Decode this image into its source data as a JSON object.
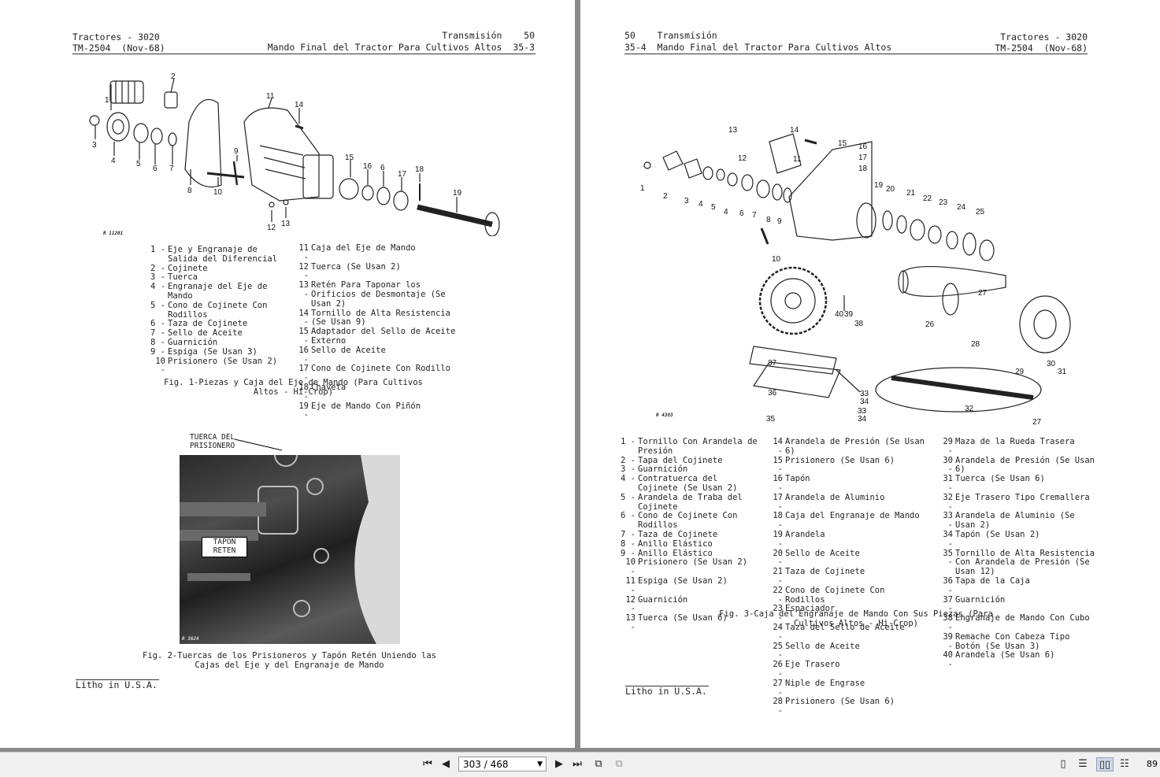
{
  "left_page": {
    "header": {
      "l1": "Tractores - 3020",
      "l2": "TM-2504  (Nov-68)",
      "r1": "Transmisión    50",
      "r2": "Mando Final del Tractor Para Cultivos Altos  35-3"
    },
    "fig1_ref": "R 11201",
    "fig1_callouts": [
      "1",
      "2",
      "3",
      "4",
      "5",
      "6",
      "7",
      "8",
      "9",
      "10",
      "11",
      "12",
      "13",
      "14",
      "15",
      "16",
      "6",
      "17",
      "18",
      "19"
    ],
    "legend_col1": [
      {
        "n": "1 -",
        "t": "Eje y Engranaje de Salida del Diferencial"
      },
      {
        "n": "2 -",
        "t": "Cojinete"
      },
      {
        "n": "3 -",
        "t": "Tuerca"
      },
      {
        "n": "4 -",
        "t": "Engranaje del Eje de Mando"
      },
      {
        "n": "5 -",
        "t": "Cono de Cojinete Con Rodillos"
      },
      {
        "n": "6 -",
        "t": "Taza de Cojinete"
      },
      {
        "n": "7 -",
        "t": "Sello de Aceite"
      },
      {
        "n": "8 -",
        "t": "Guarnición"
      },
      {
        "n": "9 -",
        "t": "Espiga (Se Usan 3)"
      },
      {
        "n": "10 -",
        "t": "Prisionero (Se Usan 2)"
      }
    ],
    "legend_col2": [
      {
        "n": "11 -",
        "t": "Caja del Eje de Mando"
      },
      {
        "n": "12 -",
        "t": "Tuerca (Se Usan 2)"
      },
      {
        "n": "13 -",
        "t": "Retén Para Taponar los Orificios de Desmontaje (Se Usan 2)"
      },
      {
        "n": "14 -",
        "t": "Tornillo de Alta Resistencia (Se Usan 9)"
      },
      {
        "n": "15 -",
        "t": "Adaptador del Sello de Aceite Externo"
      },
      {
        "n": "16 -",
        "t": "Sello de Aceite"
      },
      {
        "n": "17 -",
        "t": "Cono de Cojinete Con Rodillo"
      },
      {
        "n": "18 -",
        "t": "Chaveta"
      },
      {
        "n": "19 -",
        "t": "Eje de Mando Con Piñón"
      }
    ],
    "fig1_caption_l1": "Fig. 1-Piezas y Caja del Eje de Mando (Para Cultivos",
    "fig1_caption_l2": "Altos - Hi-Crop)",
    "photo_label_l1": "TUERCA DEL",
    "photo_label_l2": "PRISIONERO",
    "tapon_l1": "TAPON",
    "tapon_l2": "RETEN",
    "fig2_ref": "R 3624",
    "fig2_caption_l1": "Fig. 2-Tuercas de los Prisioneros y Tapón Retén Uniendo las",
    "fig2_caption_l2": "Cajas del Eje y del Engranaje de Mando",
    "litho": "Litho in U.S.A."
  },
  "right_page": {
    "header": {
      "l1": "50    Transmisión",
      "l2": "35-4  Mando Final del Tractor Para Cultivos Altos",
      "r1": "Tractores - 3020",
      "r2": "TM-2504  (Nov-68)"
    },
    "fig3_ref": "R 4383",
    "legend_col1": [
      {
        "n": "1 -",
        "t": "Tornillo Con Arandela de Presión"
      },
      {
        "n": "2 -",
        "t": "Tapa del Cojinete"
      },
      {
        "n": "3 -",
        "t": "Guarnición"
      },
      {
        "n": "4 -",
        "t": "Contratuerca del Cojinete (Se Usan 2)"
      },
      {
        "n": "5 -",
        "t": "Arandela de Traba del Cojinete"
      },
      {
        "n": "6 -",
        "t": "Cono de Cojinete Con Rodillos"
      },
      {
        "n": "7 -",
        "t": "Taza de Cojinete"
      },
      {
        "n": "8 -",
        "t": "Anillo Elástico"
      },
      {
        "n": "9 -",
        "t": "Anillo Elástico"
      },
      {
        "n": "10 -",
        "t": "Prisionero (Se Usan 2)"
      },
      {
        "n": "11 -",
        "t": "Espiga (Se Usan 2)"
      },
      {
        "n": "12 -",
        "t": "Guarnición"
      },
      {
        "n": "13 -",
        "t": "Tuerca (Se Usan 6)"
      }
    ],
    "legend_col2": [
      {
        "n": "14 -",
        "t": "Arandela de Presión (Se Usan 6)"
      },
      {
        "n": "15 -",
        "t": "Prisionero (Se Usan 6)"
      },
      {
        "n": "16 -",
        "t": "Tapón"
      },
      {
        "n": "17 -",
        "t": "Arandela de Aluminio"
      },
      {
        "n": "18 -",
        "t": "Caja del Engranaje de Mando"
      },
      {
        "n": "19 -",
        "t": "Arandela"
      },
      {
        "n": "20 -",
        "t": "Sello de Aceite"
      },
      {
        "n": "21 -",
        "t": "Taza de Cojinete"
      },
      {
        "n": "22 -",
        "t": "Cono de Cojinete Con Rodillos"
      },
      {
        "n": "23 -",
        "t": "Espaciador"
      },
      {
        "n": "24 -",
        "t": "Taza del Sello de Aceite"
      },
      {
        "n": "25 -",
        "t": "Sello de Aceite"
      },
      {
        "n": "26 -",
        "t": "Eje Trasero"
      },
      {
        "n": "27 -",
        "t": "Niple de Engrase"
      },
      {
        "n": "28 -",
        "t": "Prisionero (Se Usan 6)"
      }
    ],
    "legend_col3": [
      {
        "n": "29 -",
        "t": "Maza de la Rueda Trasera"
      },
      {
        "n": "30 -",
        "t": "Arandela de Presión (Se Usan 6)"
      },
      {
        "n": "31 -",
        "t": "Tuerca (Se Usan 6)"
      },
      {
        "n": "32 -",
        "t": "Eje Trasero Tipo Cremallera"
      },
      {
        "n": "33 -",
        "t": "Arandela de Aluminio (Se Usan 2)"
      },
      {
        "n": "34 -",
        "t": "Tapón (Se Usan 2)"
      },
      {
        "n": "35 -",
        "t": "Tornillo de Alta Resistencia Con Arandela de Presión (Se Usan 12)"
      },
      {
        "n": "36 -",
        "t": "Tapa de la Caja"
      },
      {
        "n": "37 -",
        "t": "Guarnición"
      },
      {
        "n": "38 -",
        "t": "Engranaje de Mando Con Cubo"
      },
      {
        "n": "39 -",
        "t": "Remache Con Cabeza Tipo Botón (Se Usan 3)"
      },
      {
        "n": "40 -",
        "t": "Arandela (Se Usan 6)"
      }
    ],
    "fig3_caption_l1": "Fig. 3-Caja del Engranaje de Mando Con Sus Piezas (Para",
    "fig3_caption_l2": "Cultivos Altos - Hi-Crop)",
    "litho": "Litho in U.S.A."
  },
  "toolbar": {
    "page_indicator": "303 / 468",
    "zoom": "89",
    "icons": [
      "first-page-icon",
      "prev-page-icon",
      "next-page-icon",
      "last-page-icon",
      "fit-page-icon",
      "fit-width-icon",
      "single-page-view-icon",
      "continuous-view-icon",
      "two-page-view-icon",
      "two-page-continuous-view-icon"
    ]
  }
}
